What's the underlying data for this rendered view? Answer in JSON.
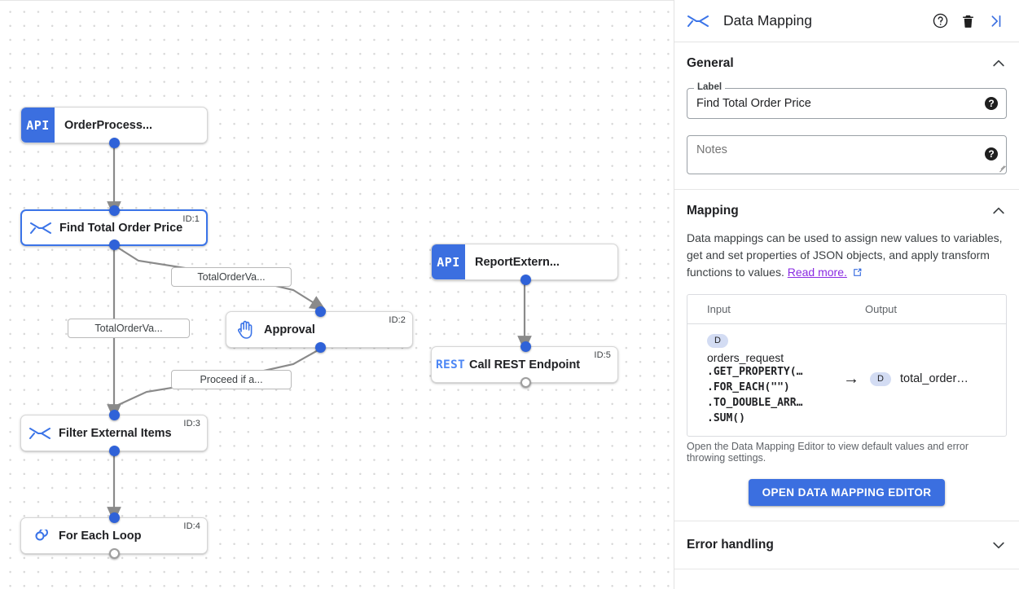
{
  "canvas": {
    "nodes": [
      {
        "id": "",
        "label": "OrderProcess...",
        "icon": "api-badge",
        "selected": false
      },
      {
        "id": "ID:1",
        "label": "Find Total Order Price",
        "icon": "data-mapping-icon",
        "selected": true
      },
      {
        "id": "ID:2",
        "label": "Approval",
        "icon": "hand-icon",
        "selected": false
      },
      {
        "id": "ID:3",
        "label": "Filter External Items",
        "icon": "data-mapping-icon",
        "selected": false
      },
      {
        "id": "ID:4",
        "label": "For Each Loop",
        "icon": "loop-infinity-icon",
        "selected": false
      },
      {
        "id": "",
        "label": "ReportExtern...",
        "icon": "api-badge",
        "selected": false
      },
      {
        "id": "ID:5",
        "label": "Call REST Endpoint",
        "icon": "rest-icon",
        "selected": false
      }
    ],
    "api_badge_text": "API",
    "rest_badge_text": "REST",
    "edge_labels": [
      {
        "text": "TotalOrderVa..."
      },
      {
        "text": "TotalOrderVa..."
      },
      {
        "text": "Proceed if a..."
      }
    ]
  },
  "panel": {
    "header": {
      "icon": "data-mapping-icon",
      "title": "Data Mapping",
      "help_icon": "help-circle-icon",
      "delete_icon": "trash-icon",
      "collapse_icon": "collapse-panel-icon"
    },
    "general": {
      "title": "General",
      "chevron": "chevron-up-icon",
      "label_legend": "Label",
      "label_value": "Find Total Order Price",
      "notes_placeholder": "Notes",
      "notes_value": "",
      "help_glyph": "?"
    },
    "mapping": {
      "title": "Mapping",
      "chevron": "chevron-up-icon",
      "description": "Data mappings can be used to assign new values to variables, get and set properties of JSON objects, and apply transform functions to values.",
      "link_text": "Read more.",
      "columns": {
        "input": "Input",
        "output": "Output"
      },
      "rows": [
        {
          "input_badge": "D",
          "input_var": "orders_request",
          "input_chain": [
            ".GET_PROPERTY(…",
            ".FOR_EACH(\"\")",
            ".TO_DOUBLE_ARR…",
            ".SUM()"
          ],
          "arrow": "→",
          "output_badge": "D",
          "output_var": "total_order…"
        }
      ],
      "note": "Open the Data Mapping Editor to view default values and error throwing settings.",
      "button_label": "OPEN DATA MAPPING EDITOR"
    },
    "error_handling": {
      "title": "Error handling",
      "chevron": "chevron-down-icon"
    }
  },
  "colors": {
    "accent_blue": "#3b6fe0",
    "handle_blue": "#2f62d8",
    "link_purple": "#8a2be2",
    "edge_gray": "#8a8a8a",
    "badge_lavender": "#d3dcf3"
  }
}
